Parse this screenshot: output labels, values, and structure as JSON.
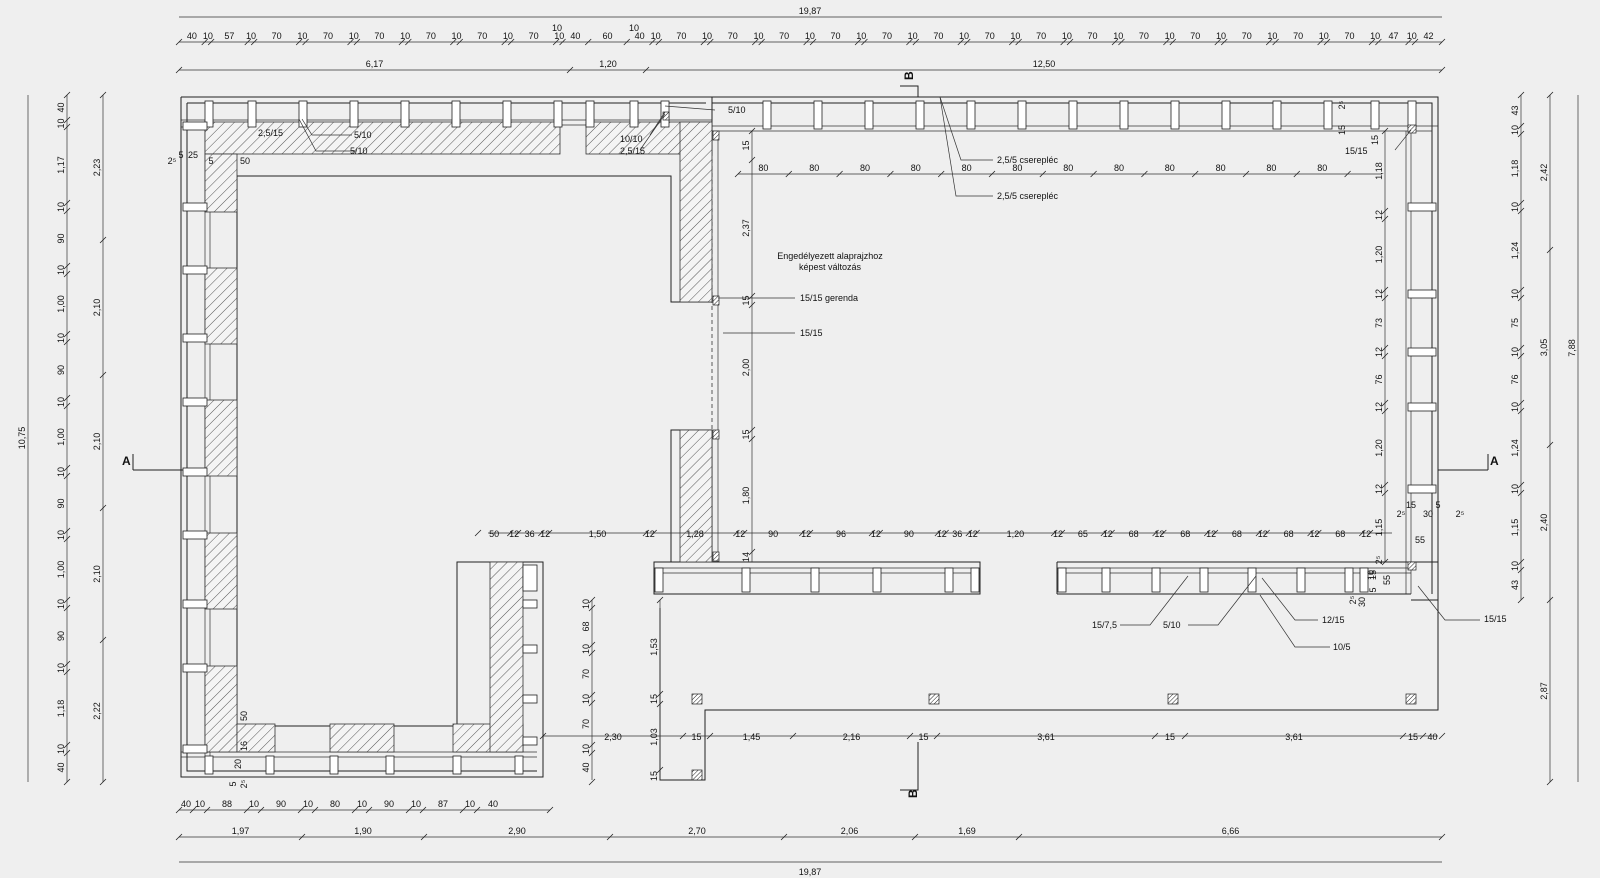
{
  "sections": {
    "a": "A",
    "b": "B"
  },
  "overall": {
    "top_total": "19,87",
    "bottom_total": "19,87",
    "left_total": "10,75",
    "right_total": "7,88"
  },
  "top_row1": [
    "40",
    "10",
    "57",
    "10",
    "70",
    "10",
    "70",
    "10",
    "70",
    "10",
    "70",
    "10",
    "70",
    "10",
    "70",
    "10",
    "40",
    "60",
    "40",
    "10",
    "70",
    "10",
    "70",
    "10",
    "70",
    "10",
    "70",
    "10",
    "70",
    "10",
    "70",
    "10",
    "70",
    "10",
    "70",
    "10",
    "70",
    "10",
    "70",
    "10",
    "70",
    "10",
    "70",
    "10",
    "70",
    "10",
    "70",
    "10",
    "47",
    "10",
    "42"
  ],
  "top_row1_extra": [
    "10",
    "10"
  ],
  "top_row2": [
    "6,17",
    "1,20",
    "12,50"
  ],
  "bottom_row1": [
    "40",
    "10",
    "88",
    "10",
    "90",
    "10",
    "80",
    "10",
    "90",
    "10",
    "87",
    "10",
    "40"
  ],
  "bottom_row2": [
    "1,97",
    "1,90",
    "2,90",
    "2,70",
    "2,06",
    "1,69",
    "6,66"
  ],
  "left_inner": [
    "40",
    "10",
    "1,17",
    "10",
    "90",
    "10",
    "1,00",
    "10",
    "90",
    "10",
    "1,00",
    "10",
    "90",
    "10",
    "1,00",
    "10",
    "90",
    "10",
    "1,18",
    "10",
    "40"
  ],
  "left_outer": [
    "2,23",
    "2,10",
    "2,10",
    "2,10",
    "2,22"
  ],
  "right_inner": [
    "43",
    "10",
    "1,18",
    "10",
    "1,24",
    "10",
    "75",
    "10",
    "76",
    "10",
    "1,24",
    "10",
    "1,15",
    "10",
    "43"
  ],
  "right_outer": [
    "2,42",
    "3,05",
    "2,40",
    "2,87"
  ],
  "inner_top_row": [
    "80",
    "80",
    "80",
    "80",
    "80",
    "80",
    "80",
    "80",
    "80",
    "80",
    "80",
    "80"
  ],
  "inner_right_col": [
    "1,18",
    "12",
    "1,20",
    "12",
    "73",
    "12",
    "76",
    "12",
    "1,20",
    "12",
    "1,15"
  ],
  "middle_col": [
    "15",
    "2,37",
    "15",
    "2,00",
    "15",
    "1,80",
    "14"
  ],
  "bottom_wall_row": [
    "50",
    "12",
    "36",
    "12",
    "1,50",
    "12",
    "1,28",
    "12",
    "90",
    "12",
    "96",
    "12",
    "90",
    "12",
    "36",
    "12",
    "1,20",
    "12",
    "65",
    "12",
    "68",
    "12",
    "68",
    "12",
    "68",
    "12",
    "68",
    "12",
    "68",
    "12"
  ],
  "lower_row": [
    "2,30",
    "15",
    "1,45",
    "2,16",
    "15",
    "3,61",
    "15",
    "3,61",
    "15",
    "40"
  ],
  "lower_col": [
    "10",
    "68",
    "10",
    "70",
    "10",
    "70",
    "10",
    "40"
  ],
  "lower_col2": [
    "1,53",
    "15",
    "1,03",
    "15"
  ],
  "small_dims": {
    "a": "5",
    "b": "25",
    "c": "2⁵",
    "d": "5",
    "e": "50",
    "f": "50",
    "g": "16",
    "h": "20",
    "i": "5",
    "j": "2⁵",
    "k": "55",
    "l": "15",
    "m": "30",
    "n": "5",
    "o": "2⁵",
    "p": "2⁵",
    "q": "15",
    "r": "5",
    "s": "30",
    "t": "2⁵",
    "u": "15",
    "v": "2⁵",
    "w": "15",
    "x": "10",
    "y": "55",
    "z": "2⁵"
  },
  "labels": {
    "l1": "5/10",
    "l2": "5/10",
    "l3": "2,5/15",
    "l4": "5/10",
    "l5": "10/10",
    "l6": "2,5/15",
    "l7": "2,5/5 cserepléc",
    "l8": "2,5/5 cserepléc",
    "l9": "15/15",
    "l10": "15/15 gerenda",
    "l11": "15/15",
    "l12": "15/7,5",
    "l13": "5/10",
    "l14": "12/15",
    "l15": "10/5",
    "l16": "15/15"
  },
  "note": {
    "line1": "Engedélyezett alaprajzhoz",
    "line2": "képest változás"
  }
}
